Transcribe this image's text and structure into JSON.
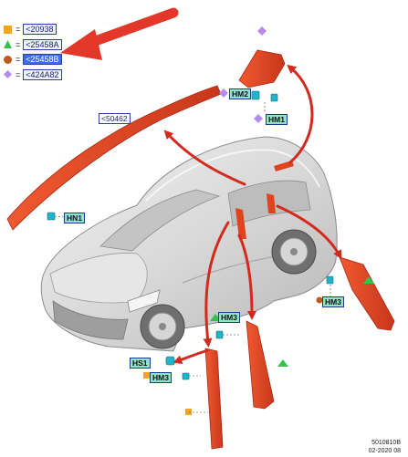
{
  "legend": [
    {
      "symbol": "square",
      "color": "#f2a71b",
      "eq": "=",
      "code": "<20938",
      "highlight": false
    },
    {
      "symbol": "triangle",
      "color": "#33c24d",
      "eq": "=",
      "code": "<25458A",
      "highlight": false
    },
    {
      "symbol": "circle",
      "color": "#c05a1e",
      "eq": "=",
      "code": "<25458B",
      "highlight": true
    },
    {
      "symbol": "diamond",
      "color": "#b48cf0",
      "eq": "=",
      "code": "<424A82",
      "highlight": false
    }
  ],
  "part_labels": {
    "moulding_roof": "<50462",
    "hm2": "HM2",
    "hm1": "HM1",
    "hn1": "HN1",
    "hm3_right": "HM3",
    "hm3_center": "HM3",
    "hs1": "HS1",
    "hm3_bottom": "HM3"
  },
  "footer": {
    "ref": "5010810B",
    "date": "02-2020 08"
  },
  "colors": {
    "part_red": "#e0441f",
    "part_dark": "#b8301a",
    "arrow_red": "#d42a1e",
    "car_gray": "#d8d8d8",
    "clip_teal": "#21b3c9"
  },
  "icons": {
    "pointer": "red-arrow-icon",
    "clip": "clip-icon"
  }
}
